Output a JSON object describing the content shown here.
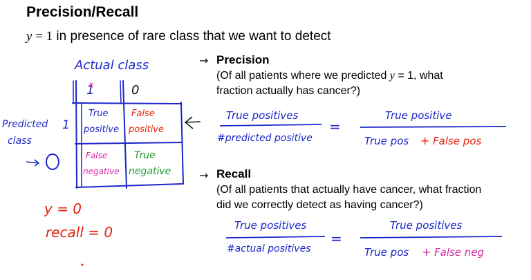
{
  "title": "Precision/Recall",
  "subtitle": {
    "math_var": "y",
    "math_eq": " = 1",
    "text": " in presence of rare class that we want to detect"
  },
  "matrix": {
    "actual_class_label": "Actual class",
    "predicted_class_label_line1": "Predicted",
    "predicted_class_label_line2": "class",
    "actual_1": "1",
    "actual_0": "0",
    "predicted_1": "1",
    "predicted_0": "0",
    "cells": {
      "tp_line1": "True",
      "tp_line2": "positive",
      "fp_line1": "False",
      "fp_line2": "positive",
      "fn_line1": "False",
      "fn_line2": "negative",
      "tn_line1": "True",
      "tn_line2": "negative"
    }
  },
  "notes": {
    "y_eq_0": "y = 0",
    "recall_eq_0": "recall = 0"
  },
  "precision": {
    "arrow": "→",
    "label": "Precision",
    "desc_line1_a": "(Of all patients where we predicted ",
    "desc_line1_var": "y",
    "desc_line1_b": " = 1, what",
    "desc_line2": "fraction actually has cancer?)",
    "frac1_num": "True positives",
    "frac1_den": "#predicted positive",
    "equals": "=",
    "frac2_num": "True positive",
    "frac2_den_a": "True pos",
    "frac2_den_plus": "+",
    "frac2_den_b": "False pos"
  },
  "recall": {
    "arrow": "→",
    "label": "Recall",
    "desc_line1": "(Of all patients that actually have cancer, what fraction",
    "desc_line2": "did we correctly detect as having cancer?)",
    "frac1_num": "True positives",
    "frac1_den": "#actual positives",
    "equals": "=",
    "frac2_num": "True positives",
    "frac2_den_a": "True pos",
    "frac2_den_plus": "+",
    "frac2_den_b": "False neg"
  },
  "colors": {
    "ink_blue": "#1a27c9",
    "ink_red": "#e3210b",
    "ink_magenta": "#d6249f",
    "ink_green": "#1f9b2a",
    "ink_black": "#111111"
  }
}
